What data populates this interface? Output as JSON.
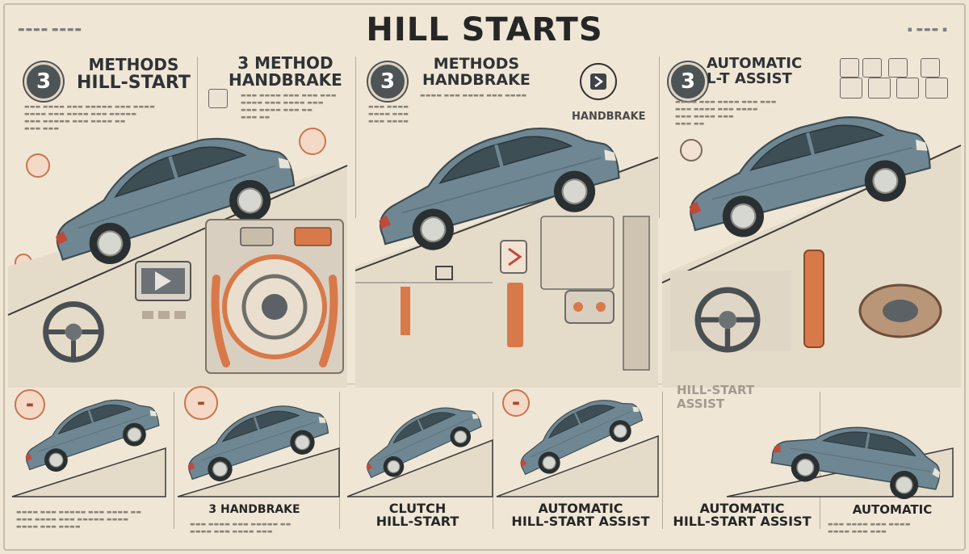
{
  "poster": {
    "title": "HILL STARTS",
    "colors": {
      "background": "#efe6d6",
      "car_body": "#6f8792",
      "accent_orange": "#d8794a",
      "badge": "#4e5456"
    }
  },
  "panels": [
    {
      "badge": "3",
      "heading_line1": "METHODS",
      "heading_line2": "HILL-START"
    },
    {
      "heading_line1": "3 METHOD",
      "heading_line2": "HANDBRAKE"
    },
    {
      "badge": "3",
      "heading_line1": "METHODS",
      "heading_line2": "HANDBRAKE",
      "icon_label": "HANDBRAKE"
    },
    {
      "badge": "3",
      "heading_line1": "AUTOMATIC",
      "heading_line2": "L-T ASSIST"
    }
  ],
  "bottom_row": {
    "faded_label_line1": "HILL-START",
    "faded_label_line2": "ASSIST",
    "captions": [
      {
        "text": "3 HANDBRAKE"
      },
      {
        "line1": "CLUTCH",
        "line2": "HILL-START"
      },
      {
        "line1": "AUTOMATIC",
        "line2": "HILL-START ASSIST"
      },
      {
        "line1": "AUTOMATIC",
        "line2": "HILL-START ASSIST"
      },
      {
        "text": "AUTOMATIC"
      }
    ]
  }
}
